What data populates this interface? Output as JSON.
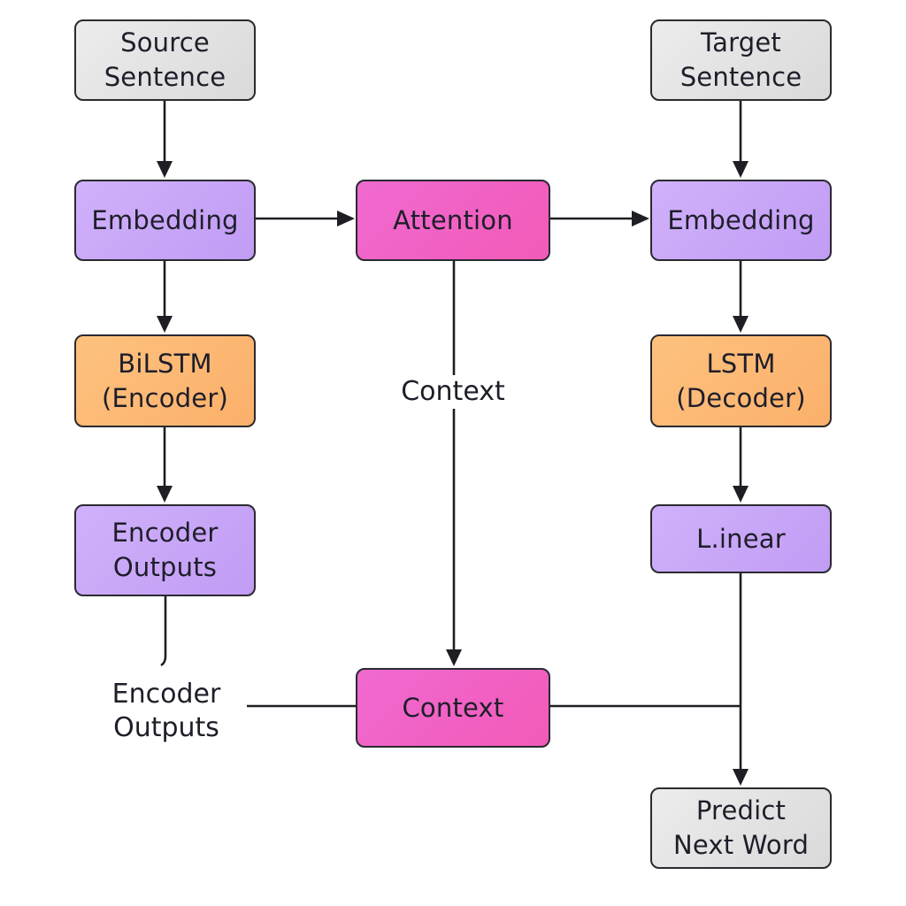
{
  "nodes": {
    "source_sentence": [
      "Source",
      "Sentence"
    ],
    "target_sentence": [
      "Target",
      "Sentence"
    ],
    "embedding_left": [
      "Embedding"
    ],
    "attention": [
      "Attention"
    ],
    "embedding_right": [
      "Embedding"
    ],
    "bilstm_encoder": [
      "BiLSTM",
      "(Encoder)"
    ],
    "lstm_decoder": [
      "LSTM",
      "(Decoder)"
    ],
    "encoder_outputs": [
      "Encoder",
      "Outputs"
    ],
    "linear": [
      "L.inear"
    ],
    "context": [
      "Context"
    ],
    "predict_next_word": [
      "Predict",
      "Next Word"
    ]
  },
  "edge_labels": {
    "context": "Context",
    "encoder_outputs": [
      "Encoder",
      "Outputs"
    ]
  },
  "colors": {
    "input_output_fill": "#e2e2e2",
    "embedding_fill": "#c9a6f8",
    "attention_fill": "#f262c4",
    "lstm_fill": "#fcb874",
    "border": "#2a2a30",
    "line": "#1e1e24"
  }
}
